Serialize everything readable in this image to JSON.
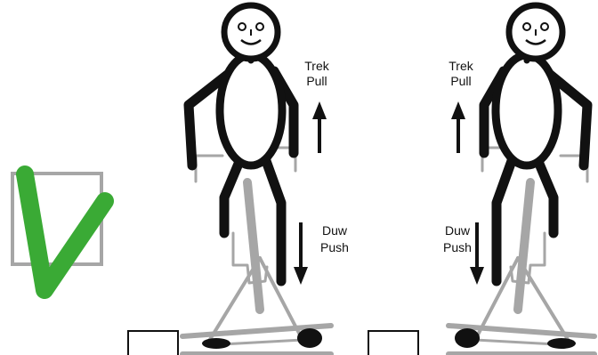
{
  "colors": {
    "background": "#ffffff",
    "figure": "#111111",
    "frame": "#a6a6a6",
    "check": "#3aaa35",
    "box_outline": "#111111"
  },
  "figures": [
    {
      "pull_label": [
        "Trek",
        "Pull"
      ],
      "push_label": [
        "Duw",
        "Push"
      ]
    },
    {
      "pull_label": [
        "Trek",
        "Pull"
      ],
      "push_label": [
        "Duw",
        "Push"
      ]
    }
  ],
  "icons": {
    "check": "checkmark-icon",
    "checkbox": "checkbox-icon",
    "arrow_up": "arrow-up-icon",
    "arrow_down": "arrow-down-icon",
    "face": "smiley-face-icon"
  }
}
